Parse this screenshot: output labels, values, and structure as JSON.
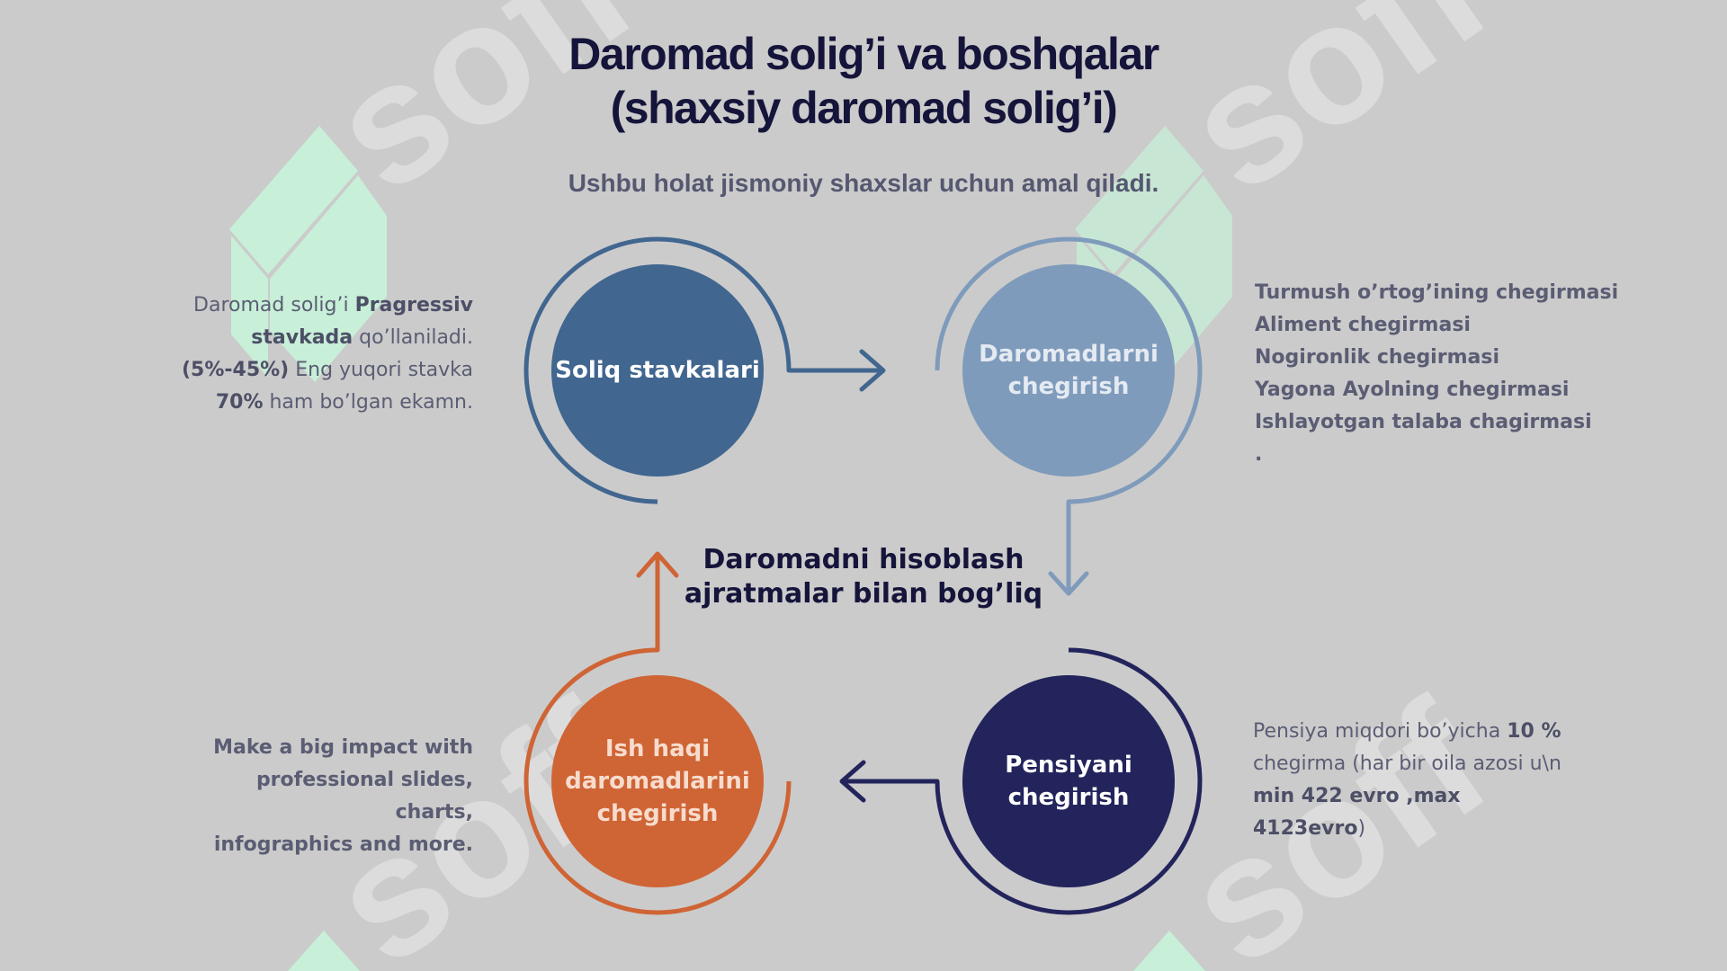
{
  "title_line1": "Daromad solig’i va boshqalar",
  "title_line2": "(shaxsiy daromad solig’i)",
  "subtitle": "Ushbu  holat jismoniy shaxslar uchun amal qiladi.",
  "watermark_brand": "soff",
  "center_line1": "Daromadni hisoblash",
  "center_line2": "ajratmalar bilan bog’liq",
  "circles": {
    "soliq": {
      "line1": "Soliq stavkalari",
      "line2": ""
    },
    "daromad": {
      "line1": "Daromadlarni",
      "line2": "chegirish"
    },
    "pensiya": {
      "line1": "Pensiyani",
      "line2": "chegirish"
    },
    "ishhaqi": {
      "line1": "Ish haqi",
      "line2": "daromadlarini",
      "line3": "chegirish"
    }
  },
  "note_rates": {
    "p1": "Daromad solig’i ",
    "b1": "Pragressiv stavkada",
    "p2": " qo’llaniladi.",
    "b2": "(5%-45%)",
    "p3": " Eng yuqori stavka ",
    "b3": "70%",
    "p4": " ham  bo’lgan ekamn."
  },
  "note_deductions": [
    "Turmush o’rtog’ining chegirmasi",
    "Aliment chegirmasi",
    "Nogironlik chegirmasi",
    "Yagona Ayolning chegirmasi",
    "Ishlayotgan talaba chagirmasi",
    "."
  ],
  "note_impact": {
    "line1": "Make a big impact with",
    "line2": "professional slides, charts,",
    "line3": "infographics and more."
  },
  "note_pension": {
    "p1": "Pensiya  miqdori   bo’yicha ",
    "b1": "10 %",
    "p2": " chegirma  (har bir oila azosi u\\n ",
    "b2": "min 422 evro ,max 4123evro",
    "p3": ")"
  },
  "colors": {
    "background": "#cbcbcb",
    "title": "#15143a",
    "soliq": "#41668f",
    "daromad": "#7f9bbb",
    "pensiya": "#23245c",
    "ishhaqi": "#cf6435",
    "watermark_green": "#c8efd8",
    "watermark_white": "#e2e2e2"
  }
}
